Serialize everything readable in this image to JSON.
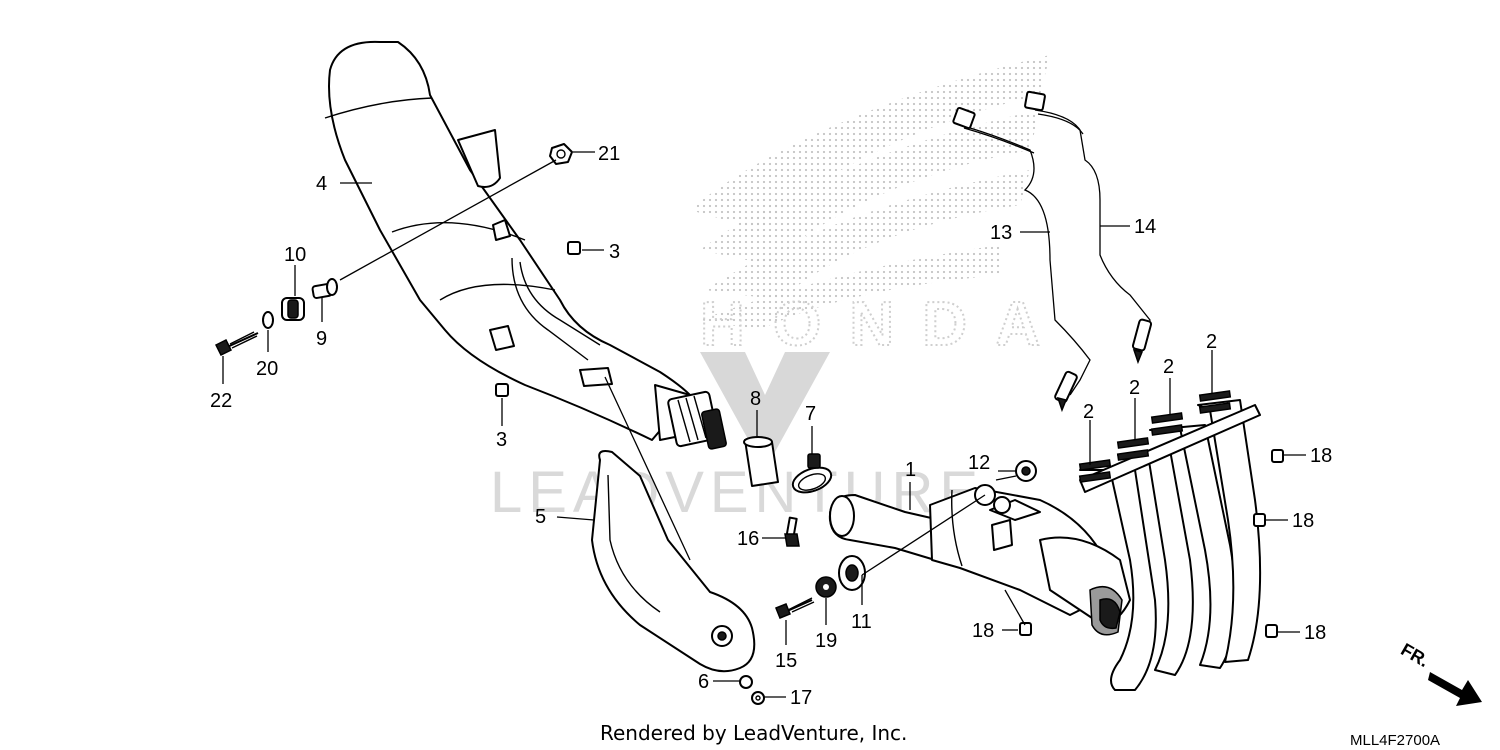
{
  "diagram": {
    "footer": "Rendered by LeadVenture, Inc.",
    "diagram_code": "MLL4F2700A",
    "direction_label": "FR.",
    "watermark_text": "LEADVENTURE",
    "logo_text": "HONDA",
    "callouts": [
      {
        "id": "1",
        "text": "1"
      },
      {
        "id": "2a",
        "text": "2"
      },
      {
        "id": "2b",
        "text": "2"
      },
      {
        "id": "2c",
        "text": "2"
      },
      {
        "id": "2d",
        "text": "2"
      },
      {
        "id": "3a",
        "text": "3"
      },
      {
        "id": "3b",
        "text": "3"
      },
      {
        "id": "4",
        "text": "4"
      },
      {
        "id": "5",
        "text": "5"
      },
      {
        "id": "6",
        "text": "6"
      },
      {
        "id": "7",
        "text": "7"
      },
      {
        "id": "8",
        "text": "8"
      },
      {
        "id": "9",
        "text": "9"
      },
      {
        "id": "10",
        "text": "10"
      },
      {
        "id": "11",
        "text": "11"
      },
      {
        "id": "12",
        "text": "12"
      },
      {
        "id": "13",
        "text": "13"
      },
      {
        "id": "14",
        "text": "14"
      },
      {
        "id": "15",
        "text": "15"
      },
      {
        "id": "16",
        "text": "16"
      },
      {
        "id": "17",
        "text": "17"
      },
      {
        "id": "18a",
        "text": "18"
      },
      {
        "id": "18b",
        "text": "18"
      },
      {
        "id": "18c",
        "text": "18"
      },
      {
        "id": "18d",
        "text": "18"
      },
      {
        "id": "19",
        "text": "19"
      },
      {
        "id": "20",
        "text": "20"
      },
      {
        "id": "21",
        "text": "21"
      },
      {
        "id": "22",
        "text": "22"
      }
    ]
  }
}
